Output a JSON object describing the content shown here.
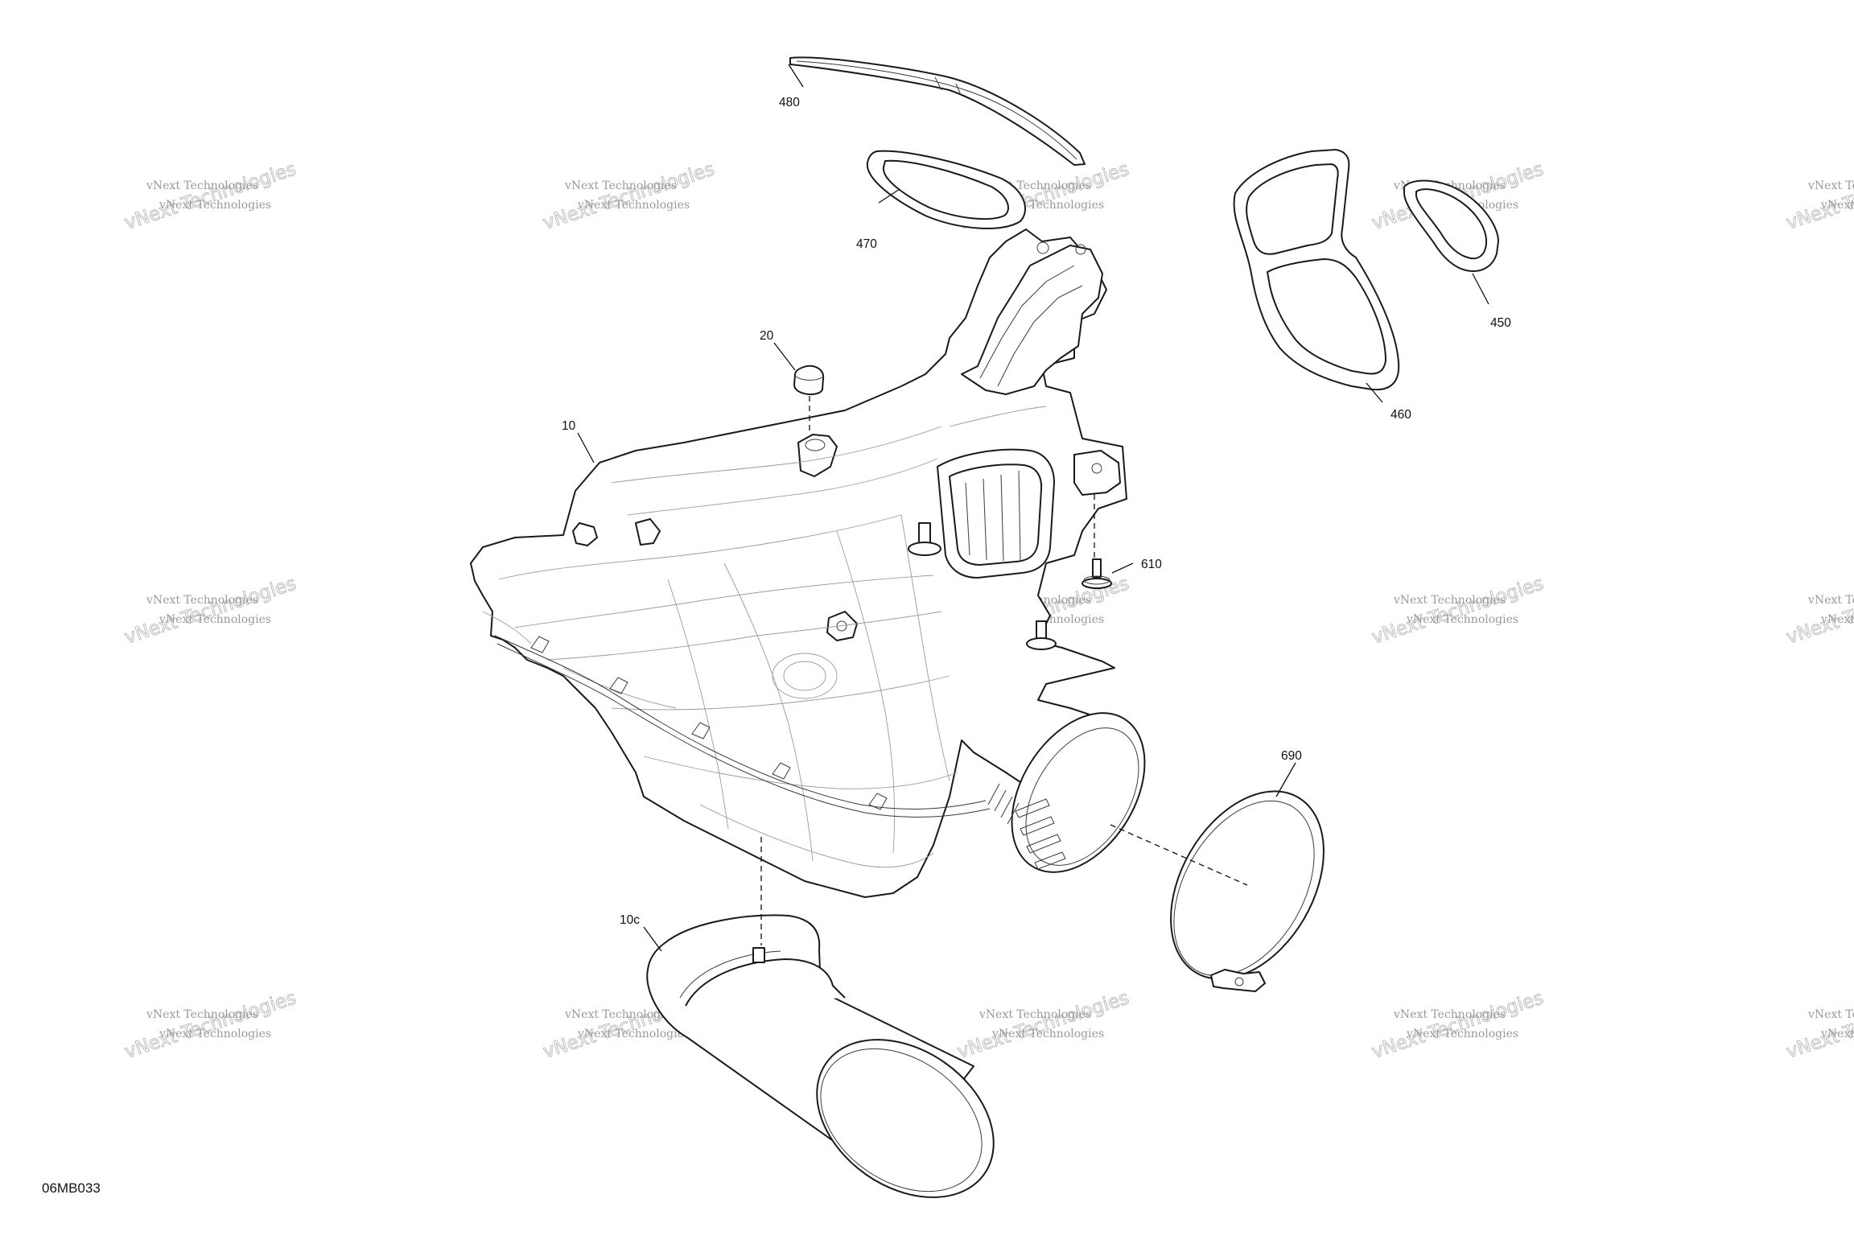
{
  "drawing_id": "06MB033",
  "callouts": {
    "c480": "480",
    "c470": "470",
    "c460": "460",
    "c450": "450",
    "c20": "20",
    "c10": "10",
    "c610": "610",
    "c690": "690",
    "c10c": "10c"
  },
  "watermark": {
    "line1": "vNext Technologies",
    "line2": "Technologies",
    "big": "vNext Technologies"
  },
  "colors": {
    "line": "#1a1a1a",
    "watermark": "#b8b8b8"
  }
}
